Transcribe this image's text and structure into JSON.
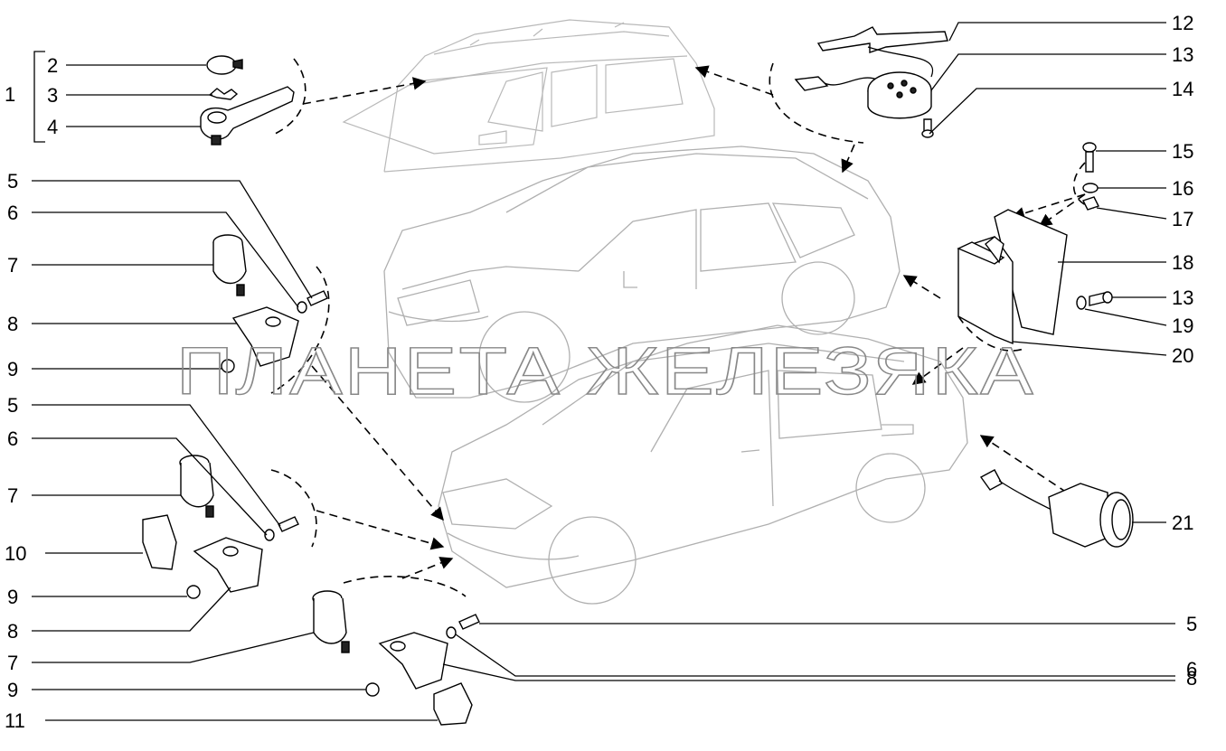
{
  "watermark": "ПЛАНЕТА ЖЕЛЕЗЯКА",
  "group_label": "1",
  "callouts_left": [
    "2",
    "3",
    "4",
    "5",
    "6",
    "7",
    "8",
    "9",
    "5",
    "6",
    "7",
    "10",
    "9",
    "8",
    "7",
    "9",
    "11"
  ],
  "callouts_right": [
    "12",
    "13",
    "14",
    "15",
    "16",
    "17",
    "18",
    "13",
    "19",
    "20",
    "21",
    "5",
    "6",
    "8"
  ]
}
